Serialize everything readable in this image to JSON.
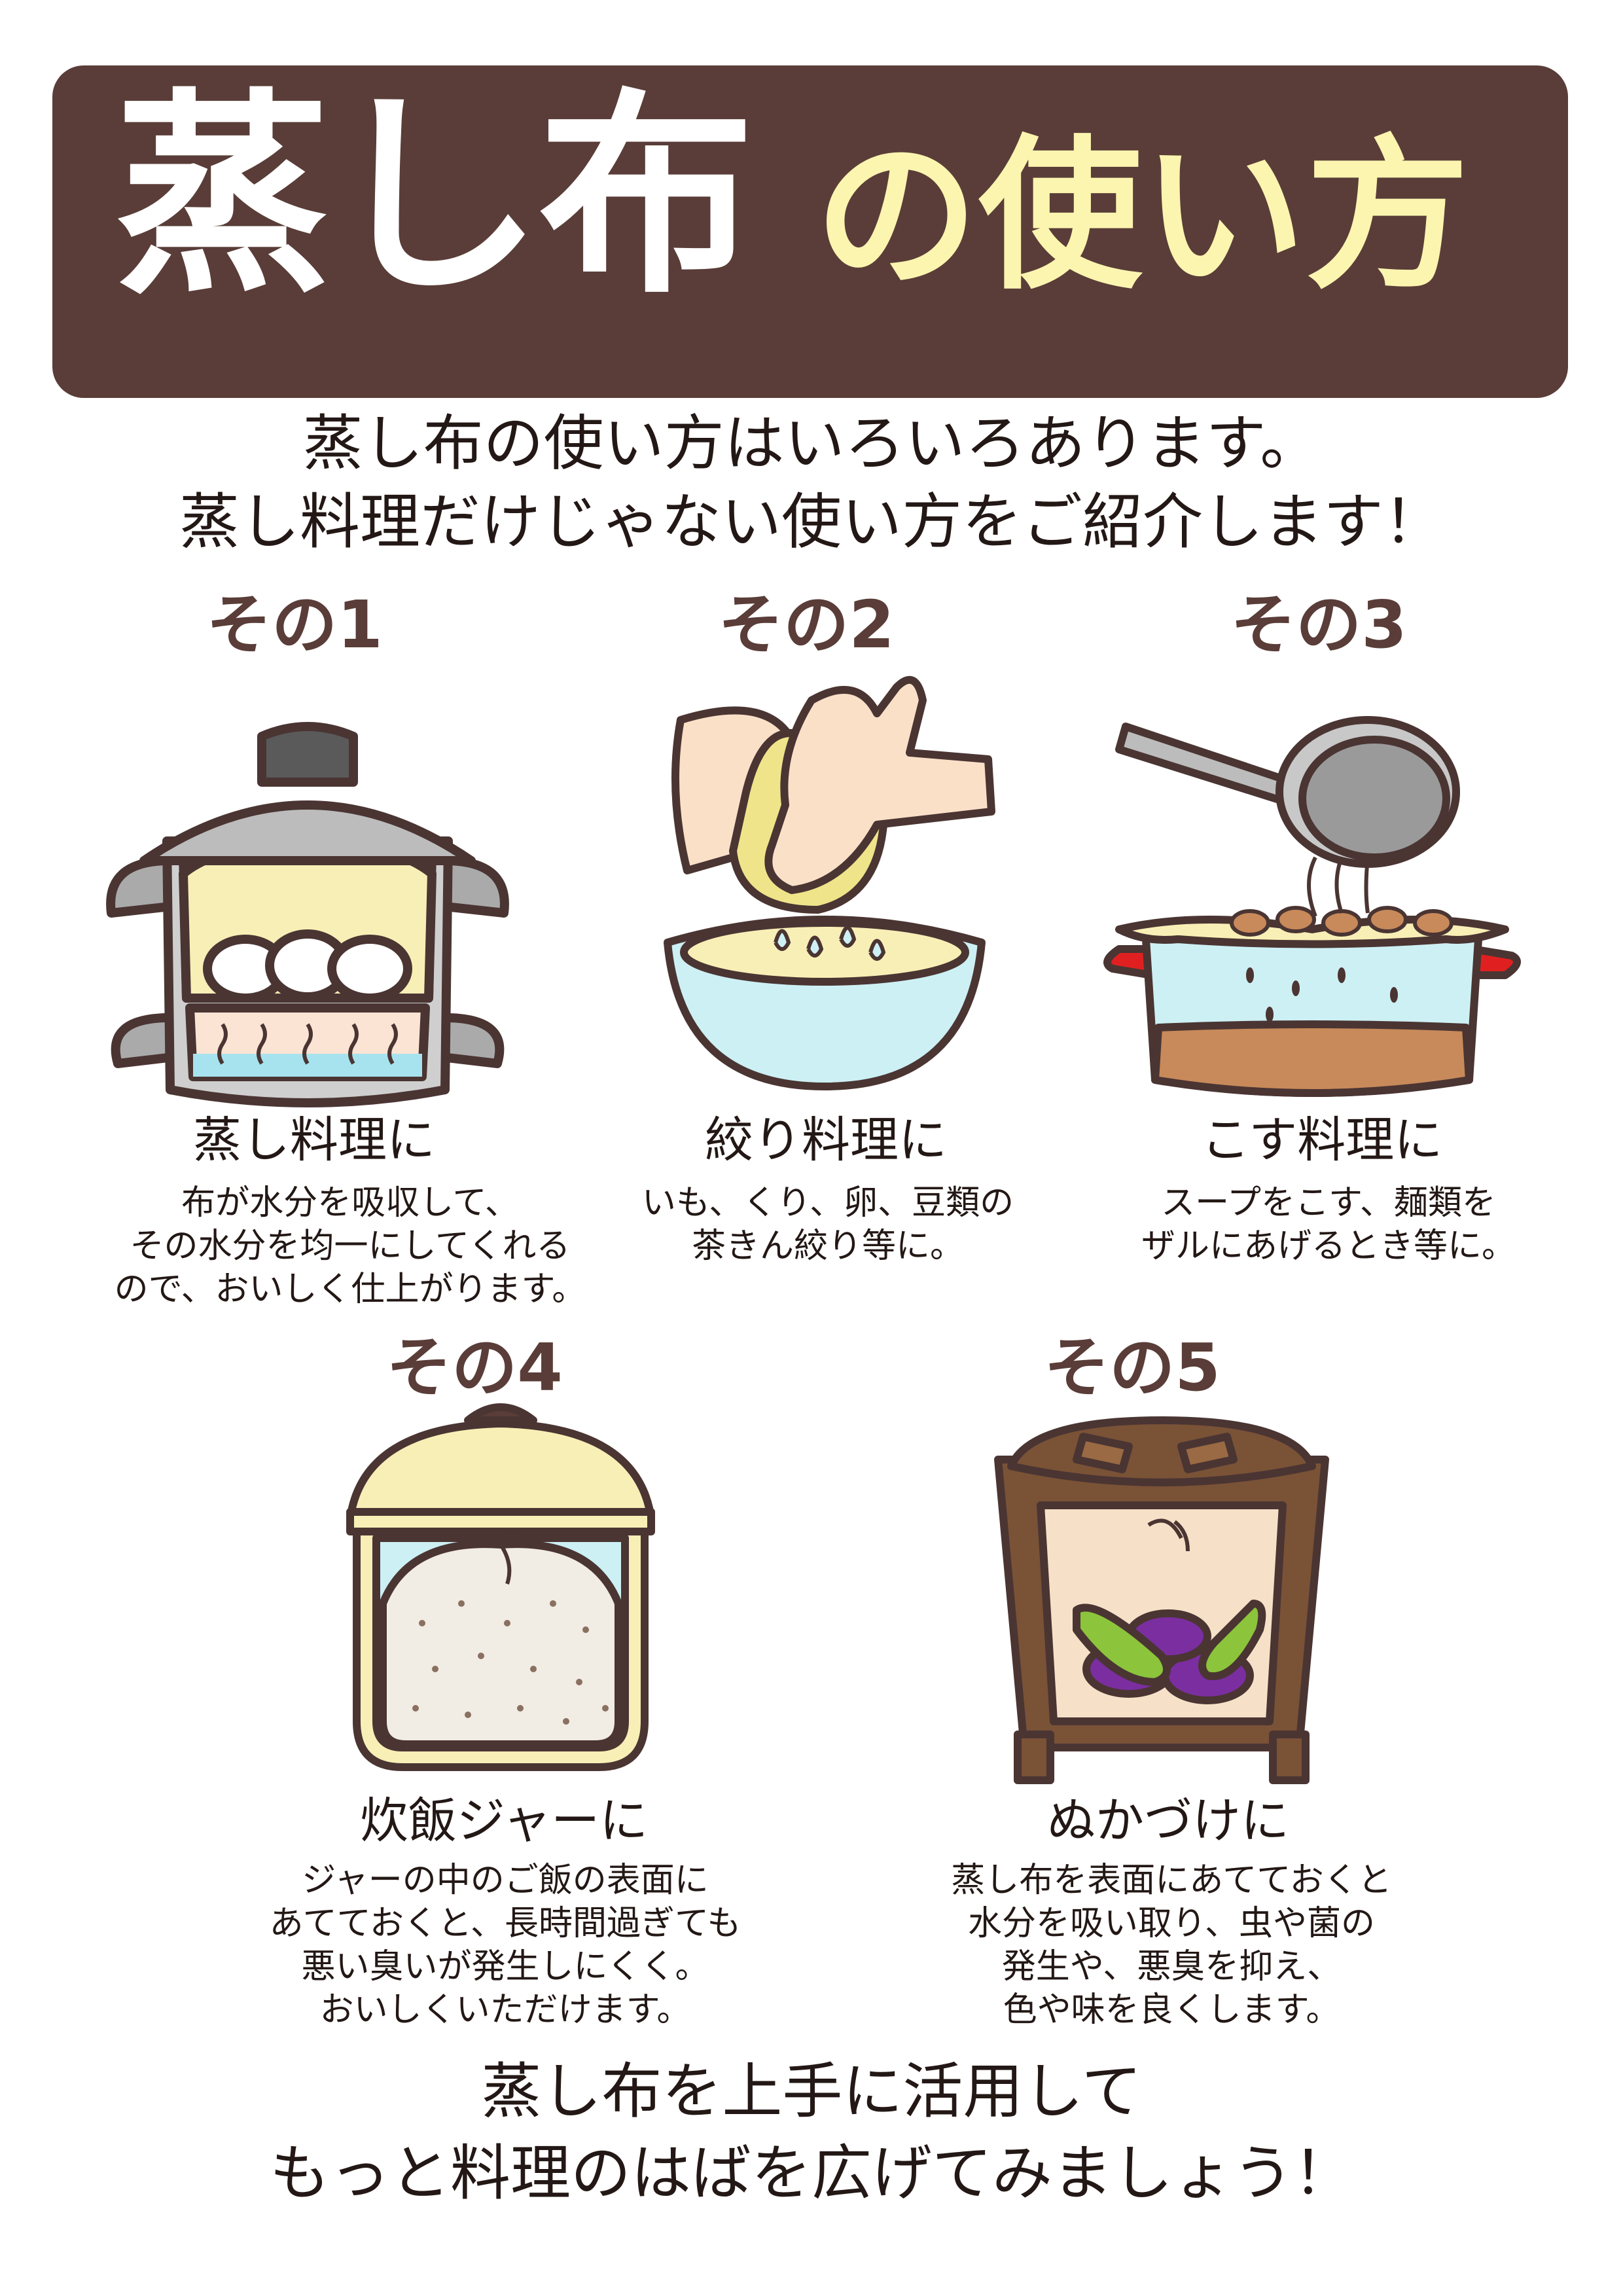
{
  "header": {
    "title_main": "蒸し布",
    "title_sub": "の使い方"
  },
  "intro": {
    "line1": "蒸し布の使い方はいろいろあります。",
    "line2": "蒸し料理だけじゃない使い方をご紹介します！"
  },
  "sections": [
    {
      "heading": "その1",
      "label": "蒸し料理に",
      "lines": [
        "布が水分を吸収して、",
        "その水分を均一にしてくれる",
        "ので、おいしく仕上がります。"
      ],
      "icon": "steamer-pot-icon"
    },
    {
      "heading": "その2",
      "label": "絞り料理に",
      "lines": [
        "いも、くり、卵、豆類の",
        "茶きん絞り等に。"
      ],
      "icon": "squeezing-cloth-icon"
    },
    {
      "heading": "その3",
      "label": "こす料理に",
      "lines": [
        "スープをこす、麺類を",
        "ザルにあげるとき等に。"
      ],
      "icon": "straining-soup-icon"
    },
    {
      "heading": "その4",
      "label": "炊飯ジャーに",
      "lines": [
        "ジャーの中のご飯の表面に",
        "あてておくと、長時間過ぎても",
        "悪い臭いが発生しにくく。",
        "おいしくいただけます。"
      ],
      "icon": "rice-cooker-icon"
    },
    {
      "heading": "その5",
      "label": "ぬかづけに",
      "lines": [
        "蒸し布を表面にあてておくと",
        "水分を吸い取り、虫や菌の",
        "発生や、悪臭を抑え、",
        "色や味を良くします。"
      ],
      "icon": "nukazuke-barrel-icon"
    }
  ],
  "closing": {
    "line1": "蒸し布を上手に活用して",
    "line2": "もっと料理のはばを広げてみましょう！"
  },
  "colors": {
    "banner": "#5a3d38",
    "title_main": "#ffffff",
    "title_sub": "#fcf5b0",
    "heading": "#5a3d38",
    "outline": "#4a3533",
    "cream": "#f8efb6",
    "water": "#cdf0f4",
    "eggplant": "#7b2ea0",
    "cucumber": "#8cc43c"
  }
}
